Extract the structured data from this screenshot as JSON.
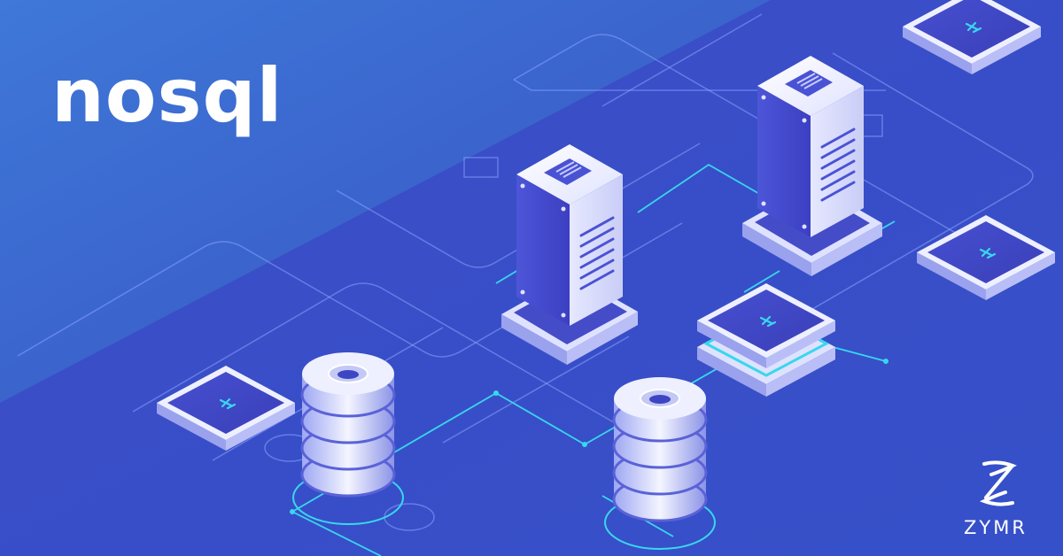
{
  "banner": {
    "title": "nosql"
  },
  "brand": {
    "name": "ZYMR",
    "icon": "zymr-z-logo-icon"
  },
  "illustration": {
    "servers": 2,
    "databases": 2,
    "chips": 5,
    "chip_icon": "plus-chip-icon"
  },
  "colors": {
    "bg_top": "#3f78d8",
    "bg_bottom": "#3340b8",
    "accent_cyan": "#39d7ee",
    "server_face": "#4b52d6",
    "panel_white": "#eef0ff",
    "text": "#ffffff"
  }
}
